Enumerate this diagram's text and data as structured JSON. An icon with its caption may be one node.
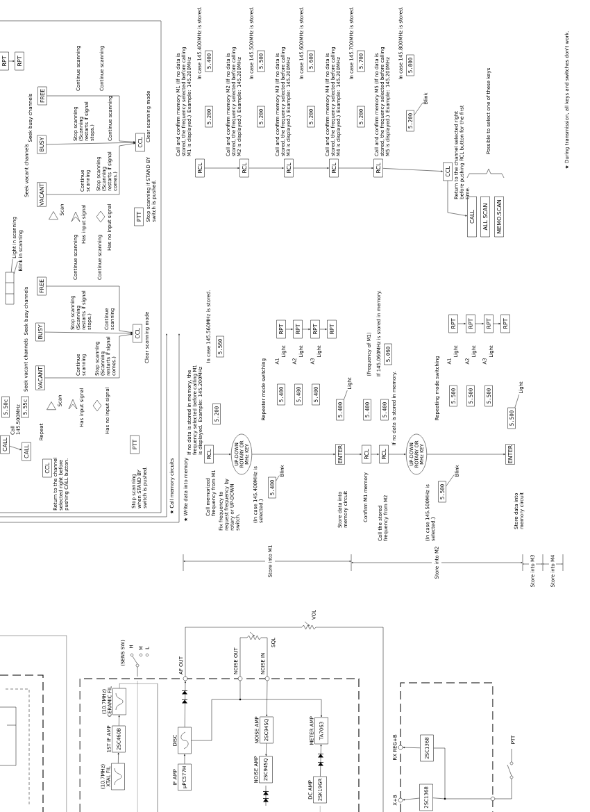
{
  "diagram": {
    "nodes": [
      {
        "text": [
          "RPT"
        ]
      },
      {
        "text": [
          "RPT"
        ]
      },
      {
        "text": [
          "FREE"
        ]
      },
      {
        "text": [
          "BUSY"
        ]
      },
      {
        "text": [
          "VACANT"
        ]
      },
      {
        "text": [],
        "shape": "triangle"
      },
      {
        "text": [],
        "shape": "chevron"
      },
      {
        "text": [],
        "shape": "diamond"
      },
      {
        "text": [
          "CCL"
        ]
      },
      {
        "text": [
          "PTT"
        ]
      },
      {
        "text": [
          "FREE"
        ]
      },
      {
        "text": [
          "BUSY"
        ]
      },
      {
        "text": [
          "VACANT"
        ]
      },
      {
        "text": [],
        "shape": "triangle"
      },
      {
        "text": [],
        "shape": "chevron"
      },
      {
        "text": [],
        "shape": "diamond"
      },
      {
        "text": [
          "CCL"
        ]
      },
      {
        "text": [
          "5.50c"
        ]
      },
      {
        "text": [
          "5.55c"
        ]
      },
      {
        "text": [
          "CALL"
        ]
      },
      {
        "text": [
          "CALL"
        ]
      },
      {
        "text": [
          "CCL"
        ]
      },
      {
        "text": [
          "PTT"
        ]
      },
      {
        "text": [
          "RCL"
        ]
      },
      {
        "text": [
          "5.200"
        ]
      },
      {
        "text": [
          "5.560"
        ]
      },
      {
        "text": [
          "UP-DOWN ROTARY OR MHz KEY"
        ]
      },
      {
        "text": [
          "5.400"
        ]
      },
      {
        "text": [
          "Blink"
        ]
      },
      {
        "text": [
          "RPT"
        ]
      },
      {
        "text": [
          "RPT"
        ]
      },
      {
        "text": [
          "RPT"
        ]
      },
      {
        "text": [
          "RPT"
        ]
      },
      {
        "text": [
          "5.400"
        ]
      },
      {
        "text": [
          "5.400"
        ]
      },
      {
        "text": [
          "5.400"
        ]
      },
      {
        "text": [
          "ENTER"
        ]
      },
      {
        "text": [
          "5.400"
        ]
      },
      {
        "text": [
          "Light"
        ]
      },
      {
        "text": [
          "RCL"
        ]
      },
      {
        "text": [
          "5.400"
        ]
      },
      {
        "text": [
          "RCL"
        ]
      },
      {
        "text": [
          "5.400"
        ]
      },
      {
        "text": [
          "5.060"
        ]
      },
      {
        "text": [
          "UP-DOWN ROTARY OR MHz KEY"
        ]
      },
      {
        "text": [
          "5.500"
        ]
      },
      {
        "text": [
          "Blink"
        ]
      },
      {
        "text": [
          "RPT"
        ]
      },
      {
        "text": [
          "RPT"
        ]
      },
      {
        "text": [
          "RPT"
        ]
      },
      {
        "text": [
          "RPT"
        ]
      },
      {
        "text": [
          "5.500"
        ]
      },
      {
        "text": [
          "5.500"
        ]
      },
      {
        "text": [
          "5.500"
        ]
      },
      {
        "text": [
          "ENTER"
        ]
      },
      {
        "text": [
          "5.500"
        ]
      },
      {
        "text": [
          "Light"
        ]
      },
      {
        "text": [
          "RCL"
        ]
      },
      {
        "text": [
          "RCL"
        ]
      },
      {
        "text": [
          "RCL"
        ]
      },
      {
        "text": [
          "RCL"
        ]
      },
      {
        "text": [
          "RCL"
        ]
      },
      {
        "text": [
          "5.200"
        ]
      },
      {
        "text": [
          "5.400"
        ]
      },
      {
        "text": [
          "5.200"
        ]
      },
      {
        "text": [
          "5.500"
        ]
      },
      {
        "text": [
          "5.200"
        ]
      },
      {
        "text": [
          "5.600"
        ]
      },
      {
        "text": [
          "5.200"
        ]
      },
      {
        "text": [
          "5.700"
        ]
      },
      {
        "text": [
          "5.200"
        ]
      },
      {
        "text": [
          "5.800"
        ]
      },
      {
        "text": [
          "Blink"
        ]
      },
      {
        "text": [
          "CCL"
        ]
      },
      {
        "text": [
          "CALL"
        ]
      },
      {
        "text": [
          "ALL SCAN"
        ]
      },
      {
        "text": [
          "MEMO.SCAN"
        ]
      },
      {
        "text": [
          "(10.7MHz) XTAL FIL"
        ]
      },
      {
        "text": [
          "1ST IF AMP",
          "2SC460B"
        ]
      },
      {
        "text": [
          "(10.7MHz) CERAMIC FIL"
        ]
      },
      {
        "text": [
          "IF AMP",
          "μPC577H"
        ]
      },
      {
        "text": [
          "DISC"
        ]
      },
      {
        "text": [
          "AF OUT"
        ]
      },
      {
        "text": [
          "NOISE OUT"
        ]
      },
      {
        "text": [
          "NOISE IN"
        ]
      },
      {
        "text": [
          "NOISE AMP",
          "2SC945Q"
        ]
      },
      {
        "text": [
          "NOISE AMP",
          "2SC945Q"
        ]
      },
      {
        "text": [
          "METER AMP",
          "TA7063"
        ]
      },
      {
        "text": [
          "DC AMP",
          "2SK19GR"
        ]
      },
      {
        "text": [
          "RX REG+B"
        ]
      },
      {
        "text": [
          "2SC1368"
        ]
      },
      {
        "text": [
          "X+B"
        ]
      },
      {
        "text": [
          "2SC1368"
        ]
      },
      {
        "text": [],
        "shape": "box"
      },
      {
        "text": [
          "Light in scanning"
        ]
      },
      {
        "text": [
          "Blink in scanning"
        ]
      }
    ],
    "edges": [
      {
        "from": 2,
        "to": 8,
        "arrow": "to"
      },
      {
        "from": 3,
        "to": 8,
        "arrow": "to"
      },
      {
        "from": 4,
        "to": 8,
        "arrow": "to"
      },
      {
        "from": 10,
        "to": 16,
        "arrow": "to"
      },
      {
        "from": 11,
        "to": 16,
        "arrow": "to"
      },
      {
        "from": 12,
        "to": 16,
        "arrow": "to"
      },
      {
        "from": 0,
        "to": 1,
        "arrow": "to"
      },
      {
        "from": 19,
        "to": 20,
        "arrow": "to"
      },
      {
        "from": 23,
        "to": 26,
        "arrow": "to"
      },
      {
        "from": 26,
        "to": 36,
        "arrow": "to"
      },
      {
        "from": 36,
        "to": 39,
        "arrow": "to"
      },
      {
        "from": 39,
        "to": 41,
        "arrow": "to"
      },
      {
        "from": 41,
        "to": 44,
        "arrow": "to"
      },
      {
        "from": 44,
        "to": 54,
        "arrow": "to"
      },
      {
        "from": 29,
        "to": 30,
        "arrow": "to"
      },
      {
        "from": 30,
        "to": 31,
        "arrow": "to"
      },
      {
        "from": 31,
        "to": 32,
        "arrow": "to"
      },
      {
        "from": 47,
        "to": 48,
        "arrow": "to"
      },
      {
        "from": 48,
        "to": 49,
        "arrow": "to"
      },
      {
        "from": 49,
        "to": 50,
        "arrow": "to"
      },
      {
        "from": 57,
        "to": 58,
        "arrow": "to"
      },
      {
        "from": 58,
        "to": 59,
        "arrow": "to"
      },
      {
        "from": 59,
        "to": 60,
        "arrow": "to"
      },
      {
        "from": 60,
        "to": 61,
        "arrow": "to"
      },
      {
        "from": 61,
        "to": 73,
        "arrow": "to"
      },
      {
        "from": 73,
        "to": 74,
        "arrow": "to"
      },
      {
        "from": 28,
        "to": 27,
        "arrow": "none"
      },
      {
        "from": 38,
        "to": 37,
        "arrow": "none"
      },
      {
        "from": 46,
        "to": 45,
        "arrow": "none"
      },
      {
        "from": 56,
        "to": 55,
        "arrow": "none"
      },
      {
        "from": 72,
        "to": 70,
        "arrow": "none"
      },
      {
        "from": 77,
        "to": 78,
        "arrow": "to"
      },
      {
        "from": 78,
        "to": 79,
        "arrow": "to"
      },
      {
        "from": 80,
        "to": 81,
        "arrow": "to"
      },
      {
        "from": 81,
        "to": 82,
        "arrow": "to"
      },
      {
        "from": 84,
        "to": 85,
        "arrow": "to"
      },
      {
        "from": 85,
        "to": 86,
        "arrow": "to"
      },
      {
        "from": 88,
        "to": 87,
        "arrow": "to"
      },
      {
        "from": 90,
        "to": 89,
        "arrow": "to"
      },
      {
        "from": 92,
        "to": 91,
        "arrow": "to"
      },
      {
        "from": 94,
        "to": 93,
        "arrow": "none"
      },
      {
        "from": 95,
        "to": 93,
        "arrow": "none"
      },
      {
        "from": 81,
        "to": 87,
        "arrow": "to"
      },
      {
        "from": 79,
        "to": null,
        "arrow": "none"
      },
      {
        "from": 90,
        "to": 92,
        "arrow": "none"
      }
    ],
    "labels": [
      "Seek busy channels",
      "Seek vacant channels",
      "Continue scanning",
      "Stop scanning (Scanning restarts if signal stops.)",
      "Continue scanning",
      "Scan",
      "Has input signal",
      "Continue scanning",
      "Continue scanning",
      "Stop scanning (Scanning restarts if signal comes.)",
      "Has no input signal",
      "Clear scanning mode",
      "Stop scanning if STAND BY switch is pushed.",
      "Seek busy channels",
      "Continue scanning",
      "Stop scanning (Scanning restarts if signal stops.)",
      "Continue scanning",
      "Continue scanning",
      "Seek vacant channels",
      "Continue scanning",
      "Stop scanning (Scanning restarts if signal comes.)",
      "Clear scanning mode",
      "Scan",
      "Has input signal",
      "Has no input signal",
      "Call 145.500MHz",
      "Repeat",
      "Return to the channel selected right before pushing CALL button.",
      "Stop scanning when STAND BY switch is pushed.",
      "★ Call memory circuits",
      "★ Write data into memory",
      "If no data is stored in memory, the frequency selected before calling M1 is displayed. Example: 145.200MHz",
      "In case 145.560MHz is stored.",
      "Call memorized frequency from M1",
      "Fix frequency to request frequency by rotary or UP-DOWN switch.",
      "(In case 145.400MHz is selected.)",
      "Repeater mode switching",
      "A1",
      "Light",
      "A2",
      "Light",
      "A3",
      "Light",
      "Store into M1",
      "Store data into memory circuit",
      "Confirm M1 memory",
      "(Frequency of M1)",
      "Call the stored frequency from M2",
      "If 145.060MHz is stored in memory.",
      "If no data is stored in memory.",
      "(In case 145.500MHz is selected.)",
      "Repeating mode switching",
      "A1",
      "Light",
      "A2",
      "Light",
      "A3",
      "Light",
      "Store data into memory circuit",
      "Store into M2",
      "Store into M3",
      "Store into M4",
      "Call and confirm memory M1 (If no data is stored, the frequency selected before calling M1 is displayed.) Example: 145.200MHz",
      "In case 145.400MHz is stored.",
      "Call and confirm memory M2 (If no data is stored, the frequency selected before calling M2 is displayed.) Example: 145.200MHz",
      "In case 145.500MHz is stored.",
      "Call and confirm memory M3 (If no data is stored, the frequency selected before calling M3 is displayed.) Example: 145.200MHz",
      "In case 145.600MHz is stored.",
      "Call and confirm memory M4 (If no data is stored, the frequency selected before calling M4 is displayed.) Example: 145.200MHz",
      "In case 145.700MHz is stored.",
      "Call and confirm memory M5 (If no data is stored, the frequency selected before calling M5 is displayed.) Example: 145.200MHz",
      "In case 145.800MHz is stored.",
      "Return to the channel selected right before pushing RCL button for the first time.",
      "Possible to select one of these keys",
      "★ During transmission, all keys and switches don't work.",
      "(SENS SW)",
      "H",
      "M",
      "L",
      "SQL",
      "VOL",
      "PTT"
    ]
  }
}
